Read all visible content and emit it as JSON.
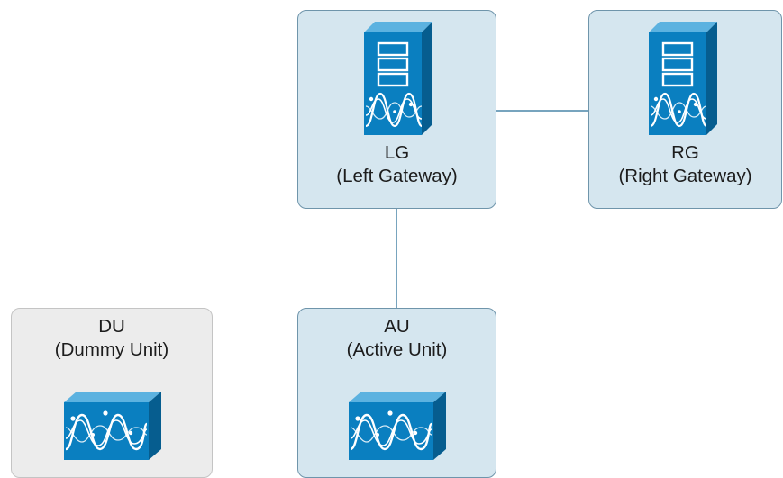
{
  "nodes": {
    "lg": {
      "name": "LG",
      "desc": "(Left Gateway)",
      "icon": "gateway-server-icon"
    },
    "rg": {
      "name": "RG",
      "desc": "(Right Gateway)",
      "icon": "gateway-server-icon"
    },
    "au": {
      "name": "AU",
      "desc": "(Active Unit)",
      "icon": "signal-unit-icon"
    },
    "du": {
      "name": "DU",
      "desc": "(Dummy Unit)",
      "icon": "signal-unit-icon"
    }
  },
  "links": [
    {
      "from": "lg",
      "to": "rg"
    },
    {
      "from": "lg",
      "to": "au"
    }
  ],
  "colors": {
    "node_fill": "#d5e6ef",
    "node_border": "#6f95ab",
    "dummy_fill": "#ececec",
    "dummy_border": "#c4c4c4",
    "icon_blue": "#0a7fc0",
    "link": "#4a86a8"
  }
}
